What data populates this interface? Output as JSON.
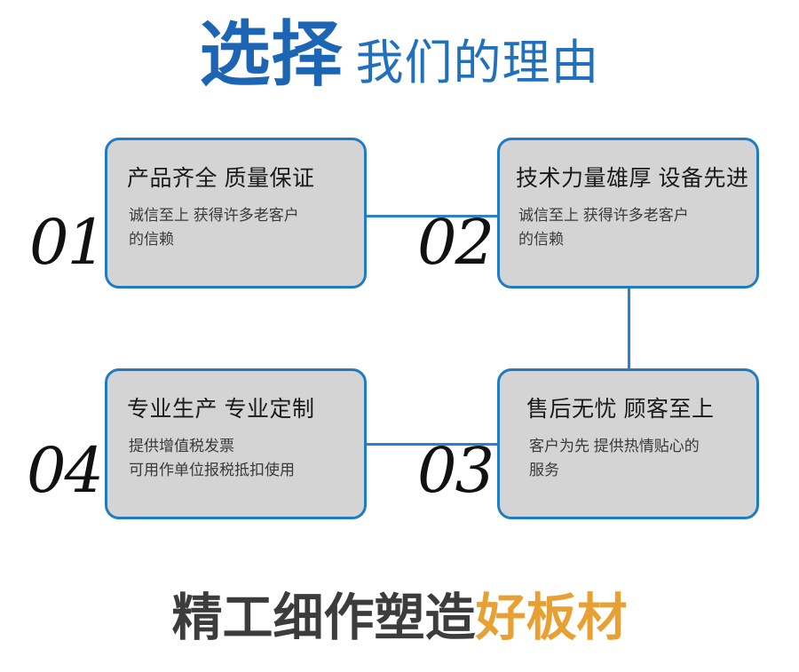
{
  "header": {
    "strong": "选择",
    "light": "我们的理由",
    "strong_color": "#1c64b4",
    "light_color": "#2170bd"
  },
  "cards": [
    {
      "number": "01",
      "title": "产品齐全 质量保证",
      "body_lines": [
        "诚信至上 获得许多老客户",
        "的信赖"
      ]
    },
    {
      "number": "02",
      "title": "技术力量雄厚 设备先进",
      "body_lines": [
        "诚信至上 获得许多老客户",
        "的信赖"
      ]
    },
    {
      "number": "03",
      "title": "售后无忧 顾客至上",
      "body_lines": [
        "客户为先 提供热情贴心的",
        "服务"
      ]
    },
    {
      "number": "04",
      "title": "专业生产 专业定制",
      "body_lines": [
        "提供增值税发票",
        "可用作单位报税抵扣使用"
      ]
    }
  ],
  "footer": {
    "dark": "精工细作塑造",
    "accent": "好板材",
    "dark_color": "#3c3c3c",
    "accent_color": "#e8a033"
  },
  "theme": {
    "card_fill": "#d4d4d4",
    "card_border": "#1f7bc4",
    "connector": "#2b83c3",
    "background": "#ffffff"
  }
}
